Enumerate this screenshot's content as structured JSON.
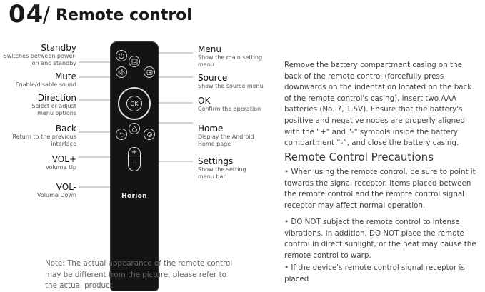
{
  "header": {
    "number": "04",
    "slash": "/",
    "title": "Remote control"
  },
  "left_labels": [
    {
      "title": "Standby",
      "desc": [
        "Switches between power-",
        "on and standby"
      ]
    },
    {
      "title": "Mute",
      "desc": [
        "Enable/disable sound"
      ]
    },
    {
      "title": "Direction",
      "desc": [
        "Select or adjust",
        "menu options"
      ]
    },
    {
      "title": "Back",
      "desc": [
        "Return to the previous",
        "interface"
      ]
    },
    {
      "title": "VOL+",
      "desc": [
        "Volume Up"
      ]
    },
    {
      "title": "VOL-",
      "desc": [
        "Volume Down"
      ]
    }
  ],
  "right_labels": [
    {
      "title": "Menu",
      "desc": [
        "Show the main setting",
        "menu"
      ]
    },
    {
      "title": "Source",
      "desc": [
        "Show the source menu"
      ]
    },
    {
      "title": "OK",
      "desc": [
        "Confirm the operation"
      ]
    },
    {
      "title": "Home",
      "desc": [
        "Display the Android",
        "Home page"
      ]
    },
    {
      "title": "Settings",
      "desc": [
        "Show the setting",
        "menu bar"
      ]
    }
  ],
  "remote": {
    "ok_label": "OK",
    "vol_plus": "+",
    "vol_minus": "–",
    "brand": "Horion",
    "icons": [
      "power-icon",
      "mute-icon",
      "menu-icon",
      "source-icon",
      "back-icon",
      "home-icon",
      "settings-icon"
    ]
  },
  "battery_text": "Remove the battery compartment casing on the back of the remote control (forcefully press downwards on the indentation located on the back of the remote control's casing), insert two AAA batteries (No. 7, 1.5V). Ensure that the battery's positive and negative nodes are properly aligned with the \"+\" and \"-\" symbols inside the battery compartment “-”, and close the battery casing.",
  "precautions": {
    "title": "Remote Control Precautions",
    "items": [
      "•  When using the remote control, be sure to point it towards the signal receptor. Items placed between the remote control and the remote control signal receptor may affect normal operation.",
      "•  DO NOT subject the remote control to intense vibrations. In addition, DO NOT place the remote control in direct sunlight, or the heat may cause the remote control to warp.",
      "•  If the device's remote control signal receptor is placed"
    ]
  },
  "note": "Note: The actual appearance of the remote control may be different from the picture, please refer to the actual product."
}
